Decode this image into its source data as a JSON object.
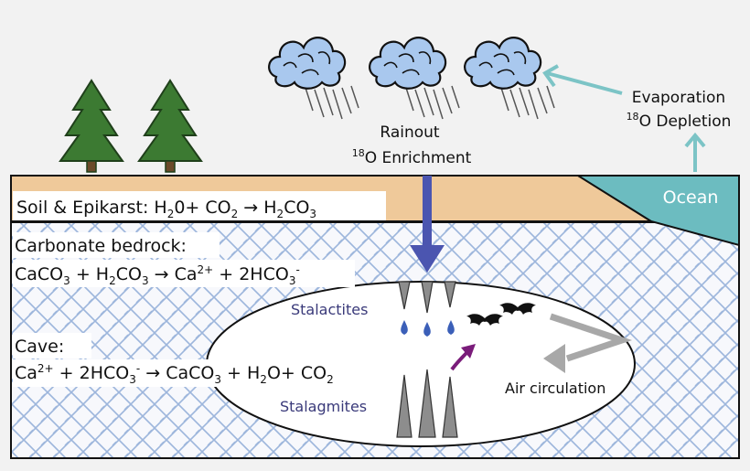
{
  "labels": {
    "rainout_line1": "Rainout",
    "rainout_sup": "18",
    "rainout_line2": "O Enrichment",
    "evap_line1": "Evaporation",
    "evap_sup": "18",
    "evap_line2": "O Depletion",
    "ocean": "Ocean",
    "soil_prefix": "Soil  & Epikarst: H",
    "soil_sub1": "2",
    "soil_mid1": "0+ CO",
    "soil_sub2": "2",
    "soil_mid2": " → H",
    "soil_sub3": "2",
    "soil_end": "CO",
    "soil_sub4": "3",
    "bedrock_title": "Carbonate bedrock:",
    "bedrock_eq": {
      "p1": "CaCO",
      "s1": "3",
      "p2": " + H",
      "s2": "2",
      "p3": "CO",
      "s3": "3",
      "p4": " → Ca",
      "sup1": "2+",
      "p5": " + 2HCO",
      "s4": "3",
      "sup2": "-"
    },
    "cave_title": "Cave:",
    "cave_eq": {
      "p1": "Ca",
      "sup1": "2+",
      "p2": " + 2HCO",
      "s1": "3",
      "sup2": "-",
      "p3": "  → CaCO",
      "s2": "3",
      "p4": " + H",
      "s3": "2",
      "p5": "O+ CO",
      "s4": "2"
    },
    "stalactites": "Stalactites",
    "stalagmites": "Stalagmites",
    "air_circulation": "Air circulation"
  },
  "colors": {
    "soil": "#efc99a",
    "ocean": "#6cbcc0",
    "tree": "#3c7a32",
    "trunk": "#6b4a2a",
    "rain_arrow": "#4b55b0",
    "evap_arrow": "#7cc4c6",
    "purple_arrow": "#7a1c7a",
    "drops": "#3b5fb8",
    "cloud": "#a9c8ee",
    "bedrock_line": "#9db6dc",
    "air_arrow": "#a8a8a8",
    "label_text": "#3a3a7a"
  }
}
